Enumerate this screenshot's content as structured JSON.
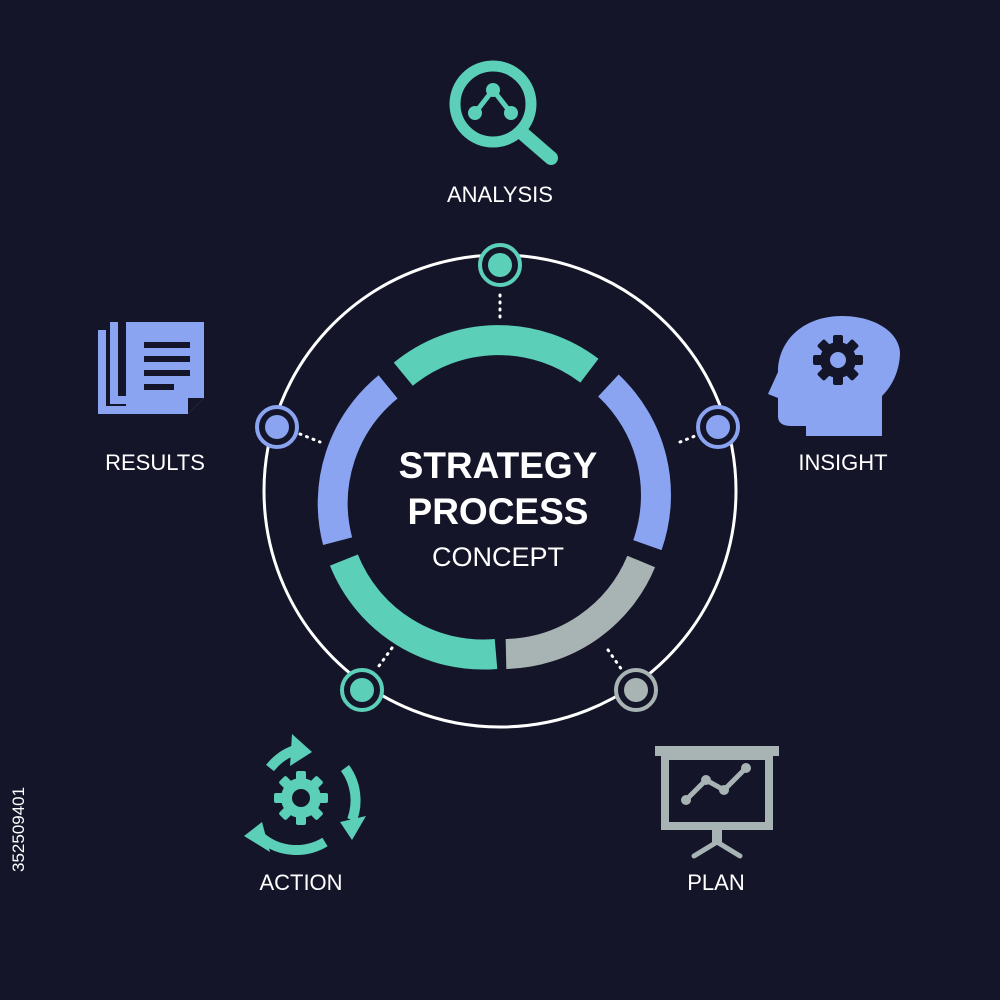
{
  "colors": {
    "background": "#15152a",
    "teal": "#5ccfb8",
    "blue": "#8aa4f2",
    "gray": "#a8b4b4",
    "ring": "#ffffff"
  },
  "center": {
    "title_line1": "STRATEGY",
    "title_line2": "PROCESS",
    "subtitle": "CONCEPT"
  },
  "stages": [
    {
      "label": "ANALYSIS",
      "icon": "magnifier-network-icon",
      "color": "teal"
    },
    {
      "label": "INSIGHT",
      "icon": "head-gear-icon",
      "color": "blue"
    },
    {
      "label": "PLAN",
      "icon": "presentation-chart-icon",
      "color": "gray"
    },
    {
      "label": "ACTION",
      "icon": "cycle-gear-icon",
      "color": "teal"
    },
    {
      "label": "RESULTS",
      "icon": "documents-icon",
      "color": "blue"
    }
  ],
  "stock_id": "352509401"
}
